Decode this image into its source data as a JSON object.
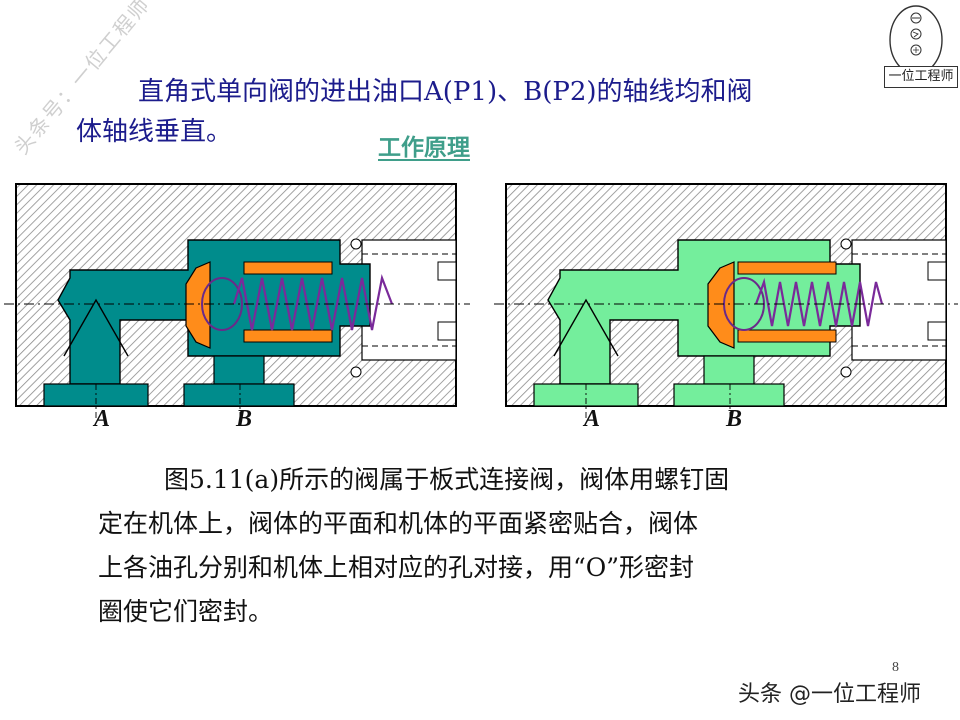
{
  "watermark_diagonal": "头条号：一位工程师",
  "logo": {
    "caption": "一位工程师"
  },
  "intro": {
    "line1": "直角式单向阀的进出油口A(P1)、B(P2)的轴线均和阀",
    "line2": "体轴线垂直。"
  },
  "section_title": "工作原理",
  "diagram": {
    "left_labels": {
      "a": "A",
      "b": "B"
    },
    "right_labels": {
      "a": "A",
      "b": "B"
    },
    "colors": {
      "body_hatch": "#9a9a9a",
      "left_spool": "#008c8c",
      "right_spool": "#74ee9c",
      "poppet": "#ff8c1a",
      "spring": "#7a2a9a"
    }
  },
  "body": {
    "line1": "图5.11(a)所示的阀属于板式连接阀，阀体用螺钉固",
    "line2": "定在机体上，阀体的平面和机体的平面紧密贴合，阀体",
    "line3": "上各油孔分别和机体上相对应的孔对接，用“O”形密封",
    "line4": "圈使它们密封。"
  },
  "page_number": "8",
  "footer_watermark": "头条 @一位工程师"
}
